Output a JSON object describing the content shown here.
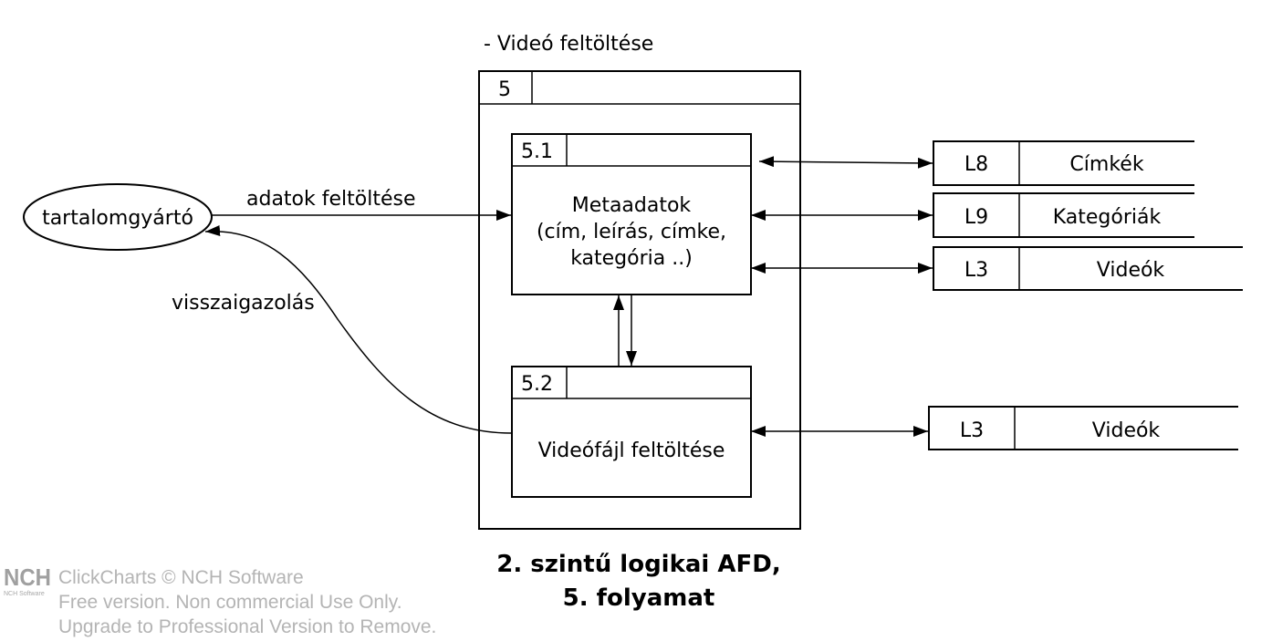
{
  "header": {
    "title": "- Videó feltöltése"
  },
  "process": {
    "id": "5"
  },
  "subprocesses": [
    {
      "id": "5.1",
      "lines": [
        "Metaadatok",
        "(cím, leírás, címke,",
        "kategória ..)"
      ]
    },
    {
      "id": "5.2",
      "lines": [
        "Videófájl feltöltése"
      ]
    }
  ],
  "external_entity": {
    "label": "tartalomgyártó"
  },
  "flows": [
    {
      "label": "adatok feltöltése"
    },
    {
      "label": "visszaigazolás"
    }
  ],
  "data_stores": [
    {
      "id": "L8",
      "name": "Címkék"
    },
    {
      "id": "L9",
      "name": "Kategóriák"
    },
    {
      "id": "L3",
      "name": "Videók"
    },
    {
      "id": "L3",
      "name": "Videók"
    }
  ],
  "caption": {
    "line1": "2. szintű logikai AFD,",
    "line2": "5. folyamat"
  },
  "watermark": {
    "logo": "NCH",
    "logo_sub": "NCH Software",
    "line1": "ClickCharts © NCH Software",
    "line2": "Free version. Non commercial Use Only.",
    "line3": "Upgrade to Professional Version to Remove."
  }
}
